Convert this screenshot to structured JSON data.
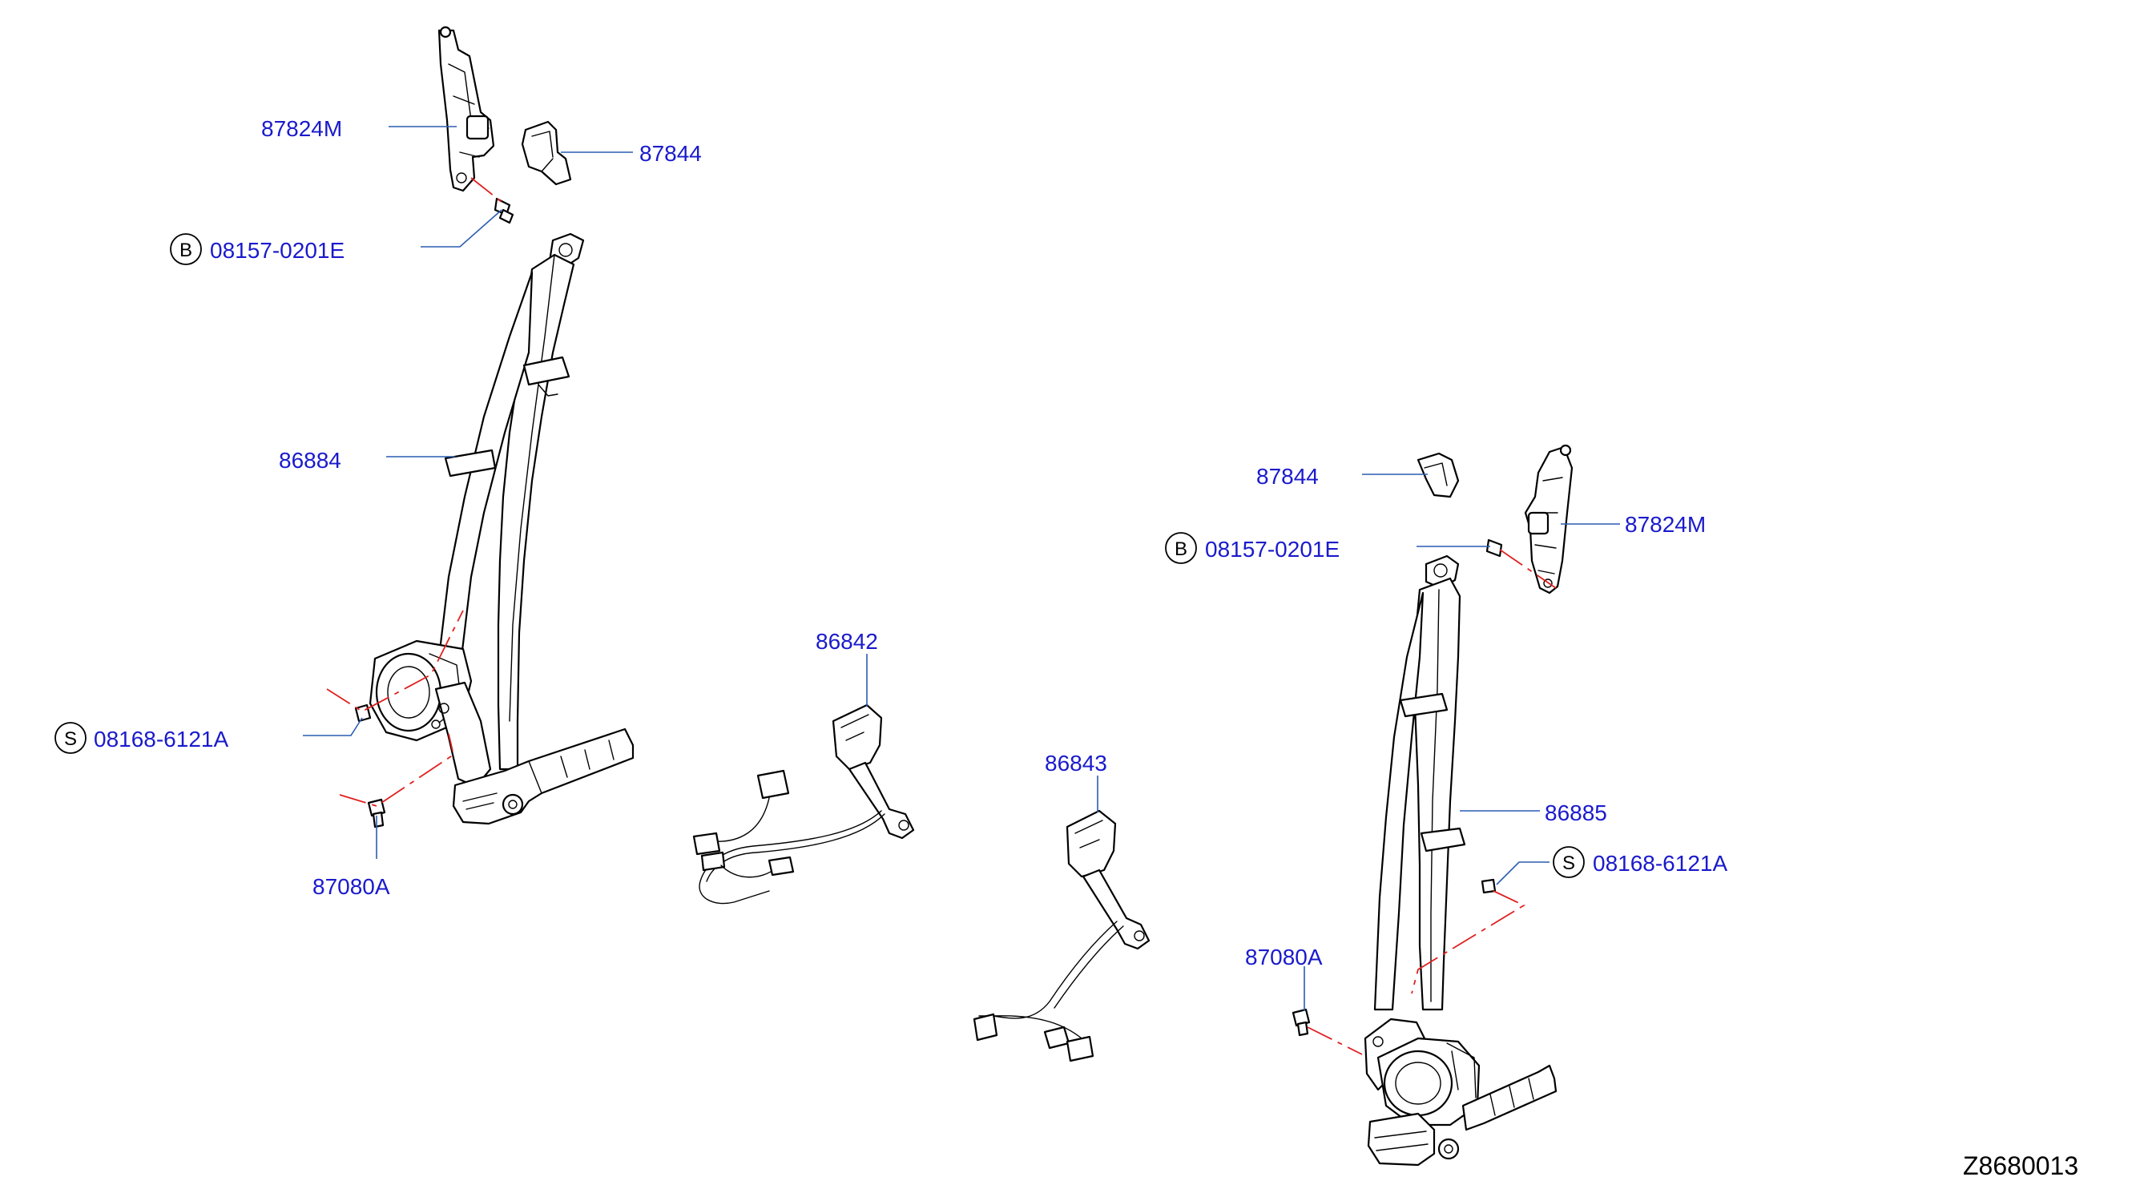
{
  "diagram_code": "Z8680013",
  "labels": {
    "l87824m_left": "87824M",
    "l87844_left": "87844",
    "l08157_left": "08157-0201E",
    "l86884": "86884",
    "l08168_left": "08168-6121A",
    "l87080a_left": "87080A",
    "l86842": "86842",
    "l86843": "86843",
    "l87844_right": "87844",
    "l87824m_right": "87824M",
    "l08157_right": "08157-0201E",
    "l86885": "86885",
    "l08168_right": "08168-6121A",
    "l87080a_right": "87080A"
  },
  "markers": {
    "bolt": "B",
    "screw": "S"
  },
  "colors": {
    "label": "#1a1acc",
    "leader": "#2a5db0",
    "centerline": "#e02020",
    "line": "#000000"
  }
}
